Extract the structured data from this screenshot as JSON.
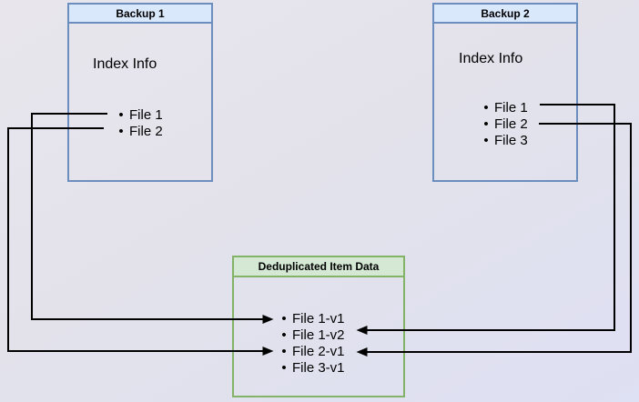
{
  "backup1": {
    "title": "Backup 1",
    "label": "Index Info",
    "files": [
      "File 1",
      "File 2"
    ]
  },
  "backup2": {
    "title": "Backup 2",
    "label": "Index Info",
    "files": [
      "File 1",
      "File 2",
      "File 3"
    ]
  },
  "dedup": {
    "title": "Deduplicated Item Data",
    "items": [
      "File 1-v1",
      "File 1-v2",
      "File 2-v1",
      "File 3-v1"
    ]
  },
  "connections": [
    {
      "from": "Backup 1 / File 1",
      "to": "File 1-v1",
      "side": "left"
    },
    {
      "from": "Backup 1 / File 2",
      "to": "File 2-v1",
      "side": "left"
    },
    {
      "from": "Backup 2 / File 1",
      "to": "File 1-v2",
      "side": "right"
    },
    {
      "from": "Backup 2 / File 2",
      "to": "File 2-v1",
      "side": "right"
    }
  ],
  "colors": {
    "backup_header_fill": "#dae8fc",
    "backup_border": "#6c8ebf",
    "dedup_header_fill": "#d5e8d4",
    "dedup_border": "#82b366",
    "arrow": "#000000",
    "background": "#e2e2ec"
  }
}
